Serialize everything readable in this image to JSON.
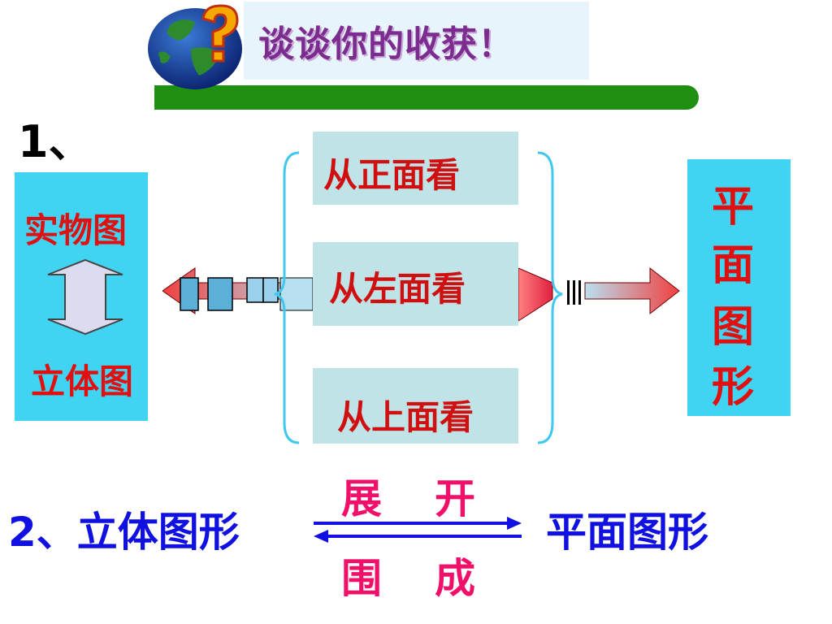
{
  "title": "谈谈你的收获！",
  "step1_label": "1、",
  "left_panel": {
    "top_label": "实物图",
    "bottom_label": "立体图"
  },
  "views": [
    "从正面看",
    "从左面看",
    "从上面看"
  ],
  "right_panel": {
    "chars": [
      "平",
      "面",
      "图",
      "形"
    ]
  },
  "step2": {
    "left": "2、立体图形",
    "right": "平面图形",
    "upper_a": "展",
    "upper_b": "开",
    "lower_a": "围",
    "lower_b": "成"
  },
  "colors": {
    "title": "#7b2c8e",
    "green_bar": "#1f8f12",
    "panel": "#40d4f2",
    "view_box": "#bfe3e6",
    "red_text": "#e01010",
    "blue_text": "#1010e0",
    "pink_text": "#f0106a"
  },
  "icons": [
    "globe-question-icon",
    "double-vertical-arrow-icon",
    "left-arrow-icon",
    "right-arrow-icon",
    "brace-icon"
  ]
}
